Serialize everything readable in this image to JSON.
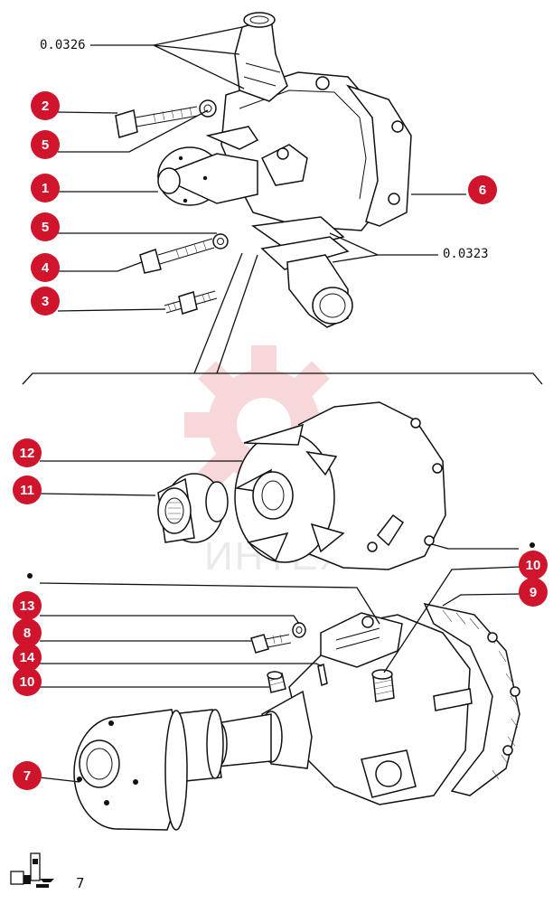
{
  "reference_codes": {
    "top_code": "0.0326",
    "gasket_code": "0.0323"
  },
  "callouts": [
    {
      "id": "c2",
      "label": "2"
    },
    {
      "id": "c5a",
      "label": "5"
    },
    {
      "id": "c1",
      "label": "1"
    },
    {
      "id": "c5b",
      "label": "5"
    },
    {
      "id": "c4",
      "label": "4"
    },
    {
      "id": "c3",
      "label": "3"
    },
    {
      "id": "c6",
      "label": "6"
    },
    {
      "id": "c12",
      "label": "12"
    },
    {
      "id": "c11",
      "label": "11"
    },
    {
      "id": "c10a",
      "label": "10"
    },
    {
      "id": "c9",
      "label": "9"
    },
    {
      "id": "c13",
      "label": "13"
    },
    {
      "id": "c8",
      "label": "8"
    },
    {
      "id": "c14",
      "label": "14"
    },
    {
      "id": "c10b",
      "label": "10"
    },
    {
      "id": "c7",
      "label": "7"
    }
  ],
  "watermark": {
    "text": "ИНТЕХ",
    "color": "#f2b8b8"
  },
  "footer": {
    "page_number": "7"
  },
  "colors": {
    "callout_fill": "#d0142c",
    "line": "#111111"
  }
}
